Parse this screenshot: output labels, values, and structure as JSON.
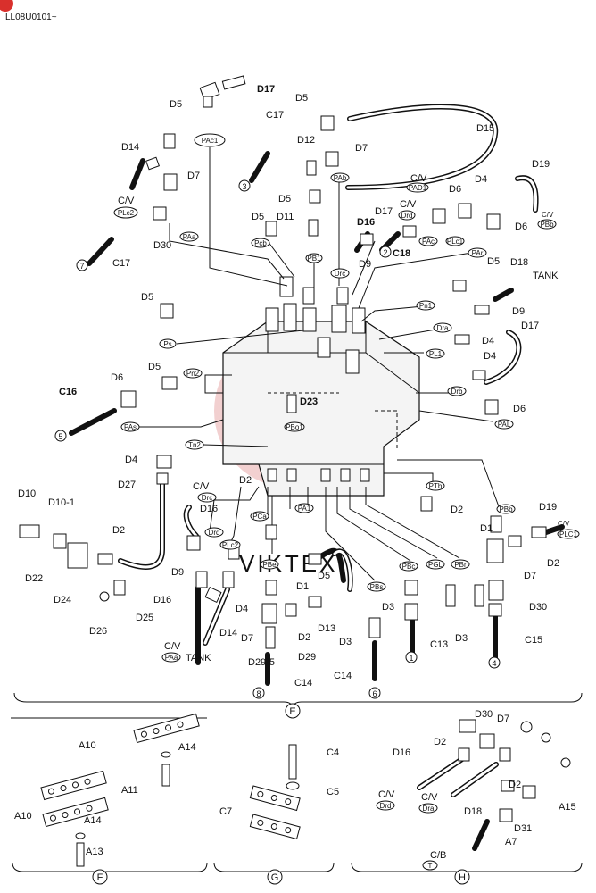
{
  "header": {
    "drawing_code": "LL08U0101~"
  },
  "sections": {
    "main": "E",
    "left": "F",
    "middle": "G",
    "right": "H"
  },
  "watermark": "VIKTEX",
  "labels": {
    "d17_top": "D17",
    "d5_a": "D5",
    "pac1": "PAc1",
    "c17_a": "C17",
    "d14": "D14",
    "d12": "D12",
    "d5_b": "D5",
    "d7_a": "D7",
    "d15": "D15",
    "d7_b": "D7",
    "cv_plc2_a": "C/V",
    "plc2_a": "PLc2",
    "pab": "PAb",
    "cv_pad1": "C/V",
    "pad1": "PAD1",
    "d19_top": "D19",
    "d5_c": "D5",
    "d11": "D11",
    "d17_b": "D17",
    "d6_a": "D6",
    "d4_a": "D4",
    "cv_drd": "C/V",
    "drd_a": "Drd",
    "d16_a": "D16",
    "c18": "C18",
    "pcb": "Pcb",
    "d30_a": "D30",
    "paa": "PAa",
    "pb1": "PB1",
    "pac": "PAc",
    "plc1": "PLc1",
    "d6_b": "D6",
    "par": "PAr",
    "cv_pbb": "C/V",
    "pbb": "PBb",
    "c17_b": "C17",
    "drc_a": "Drc",
    "d9_a": "D9",
    "d5_d": "D5",
    "d18_a": "D18",
    "tank_a": "TANK",
    "pn1": "Pn1",
    "d9_b": "D9",
    "d5_e": "D5",
    "d17_c": "D17",
    "dra": "Dra",
    "d4_b": "D4",
    "ps": "Ps",
    "pl1": "PL1",
    "d5_f": "D5",
    "pn2": "Pn2",
    "d4_c": "D4",
    "drb": "Drb",
    "c16": "C16",
    "d6_c": "D6",
    "d23": "D23",
    "d6_d": "D6",
    "pas": "PAs",
    "pbo1": "PBo1",
    "pal": "PAL",
    "tn2": "Tn2",
    "d4_d": "D4",
    "d2_a": "D2",
    "d10": "D10",
    "d101": "D10-1",
    "d27": "D27",
    "cv_drc": "C/V",
    "drc_b": "Drc",
    "d16_b": "D16",
    "drd_b": "Drd",
    "pca": "PCa",
    "pa1": "PA1",
    "ptb": "PTb",
    "d2_b": "D2",
    "pbb2": "PBb",
    "d19_b": "D19",
    "cv_plc1": "C/V",
    "plc1_b": "PLC1",
    "d1_a": "D1",
    "d22": "D22",
    "d2_c": "D2",
    "plc2_b": "PLc2",
    "d9_c": "D9",
    "pbe": "PBe",
    "d5_g": "D5",
    "d2_d": "D2",
    "d7_c": "D7",
    "d24": "D24",
    "d16_c": "D16",
    "d1_b": "D1",
    "pbc": "PBc",
    "pgl": "PGL",
    "pbr": "PBr",
    "d25": "D25",
    "d4_e": "D4",
    "pbs": "PBs",
    "d30_b": "D30",
    "d3_a": "D3",
    "d14_b": "D14",
    "d13": "D13",
    "d26": "D26",
    "d7_d": "D7",
    "d2_e": "D2",
    "d3_b": "D3",
    "d3_c": "D3",
    "c13": "C13",
    "c15": "C15",
    "cv_paa": "C/V",
    "paa_b": "PAa",
    "tank_b": "TANK",
    "d29": "D29",
    "d295": "D29-5",
    "c14_a": "C14",
    "c14_b": "C14",
    "a10_a": "A10",
    "a14_a": "A14",
    "a11": "A11",
    "a10_b": "A10",
    "a14_b": "A14",
    "a13": "A13",
    "c4": "C4",
    "c5": "C5",
    "c7": "C7",
    "d30_c": "D30",
    "d7_e": "D7",
    "d16_h": "D16",
    "d2_h1": "D2",
    "d2_h2": "D2",
    "cv_drd_h": "C/V",
    "drd_h": "Drd",
    "cv_dra_h": "C/V",
    "dra_h": "Dra",
    "d18_h": "D18",
    "a15": "A15",
    "d31": "D31",
    "a7": "A7",
    "cb": "C/B",
    "t": "T"
  },
  "circled_numbers": {
    "n3": "3",
    "n7": "7",
    "n2": "2",
    "n5": "5",
    "n1": "1",
    "n4": "4",
    "n8": "8",
    "n6": "6"
  }
}
